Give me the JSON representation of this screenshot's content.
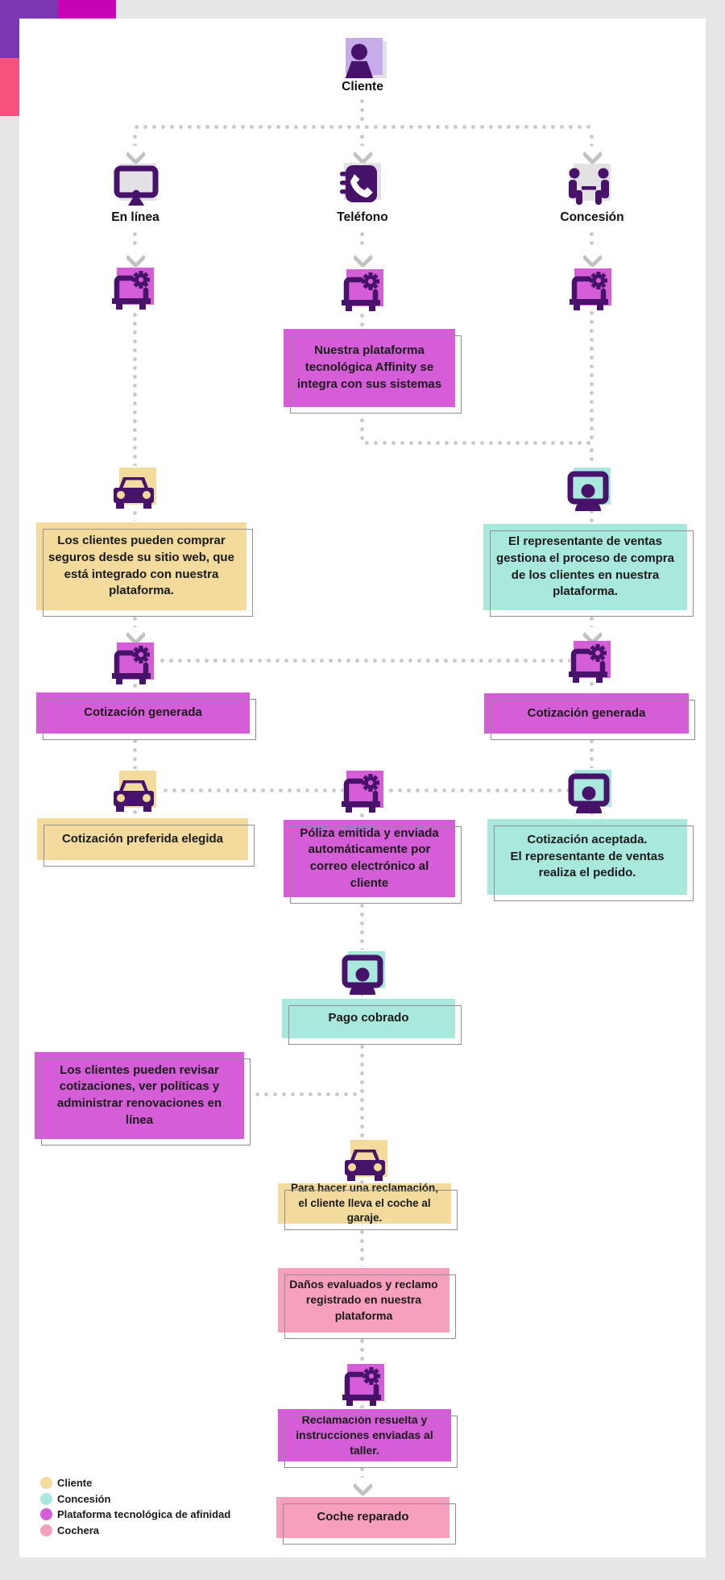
{
  "palette": {
    "dark_purple": "#471269",
    "light_purple": "#c6abe9",
    "tile_gray": "#e3e1e3",
    "magenta": "#d55dd8",
    "yellow": "#f3db9e",
    "teal": "#a9e8dc",
    "pink": "#f79fbe",
    "corner_purple": "#7b36b1",
    "corner_magenta": "#c803b6",
    "corner_pink": "#f5537d",
    "dotted_gray": "#c9c9c9",
    "frame_gray": "#8f8f8f"
  },
  "nodes": {
    "cliente": {
      "label": "Cliente",
      "icon": "person-icon"
    },
    "en_linea": {
      "label": "En línea",
      "icon": "monitor-icon"
    },
    "telefono": {
      "label": "Teléfono",
      "icon": "phonebook-icon"
    },
    "concesion": {
      "label": "Concesión",
      "icon": "meeting-icon"
    }
  },
  "notes": {
    "affinity": "Nuestra plataforma tecnológica Affinity se integra con sus sistemas",
    "web_purchase": "Los clientes pueden comprar seguros desde su sitio web, que está integrado con nuestra plataforma.",
    "rep_manages": "El representante de ventas gestiona el proceso de compra de los clientes en nuestra plataforma.",
    "quote_generated_left": "Cotización generada",
    "quote_generated_right": "Cotización generada",
    "preferred_quote": "Cotización preferida elegida",
    "policy_emailed": "Póliza emitida y enviada automáticamente por correo electrónico al cliente",
    "quote_accepted_line1": "Cotización aceptada.",
    "quote_accepted_line2": "El representante de ventas realiza el pedido.",
    "payment_collected": "Pago cobrado",
    "online_selfservice": "Los clientes pueden revisar cotizaciones, ver políticas y administrar renovaciones en línea",
    "claim_garage": "Para hacer una reclamación, el cliente lleva el coche al garaje.",
    "damages_assessed": "Daños evaluados y reclamo registrado en nuestra plataforma",
    "claim_resolved": "Reclamación resuelta y instrucciones enviadas al taller.",
    "car_repaired": "Coche reparado"
  },
  "legend": {
    "items": [
      {
        "label": "Cliente",
        "color": "#f3db9e"
      },
      {
        "label": "Concesión",
        "color": "#a9e8dc"
      },
      {
        "label": "Plataforma tecnológica de afinidad",
        "color": "#d55dd8"
      },
      {
        "label": "Cochera",
        "color": "#f79fbe"
      }
    ]
  }
}
